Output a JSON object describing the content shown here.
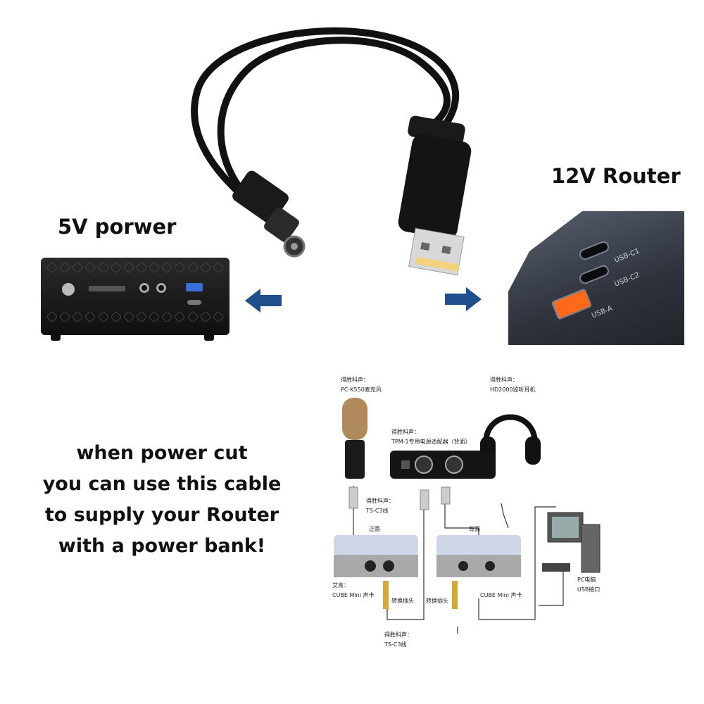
{
  "top": {
    "label_left": "5V porwer",
    "label_right": "12V Router"
  },
  "caption": {
    "line1": "when power cut",
    "line2": "you can use this cable",
    "line3": "to supply your Router",
    "line4": "with a power bank!"
  },
  "charger": {
    "port1": "USB-C1",
    "port2": "USB-C2",
    "port3": "USB-A"
  },
  "diagram": {
    "mic_brand": "得胜科声：",
    "mic_model": "PC-K550麦克风",
    "headphone_brand": "得胜科声：",
    "headphone_model": "HD2000监听耳机",
    "adapter_brand": "得胜科声：",
    "adapter_model": "TPM-1专用电源适配器（背面）",
    "cable1_brand": "得胜科声：",
    "cable1_model": "TS-C3线",
    "front_label": "正面",
    "back_label": "背面",
    "card_left_brand": "艾肯：",
    "card_left_model": "CUBE Mini 声卡",
    "card_right_model": "CUBE Mini 声卡",
    "converter_left": "转换插头",
    "converter_right": "转换插头",
    "pc_label": "PC电脑",
    "pc_port": "USB接口",
    "cable2_brand": "得胜科声：",
    "cable2_model": "TS-C3线"
  },
  "colors": {
    "arrow_blue": "#1f4e8c",
    "usb_a_orange": "#ff6a1a"
  }
}
